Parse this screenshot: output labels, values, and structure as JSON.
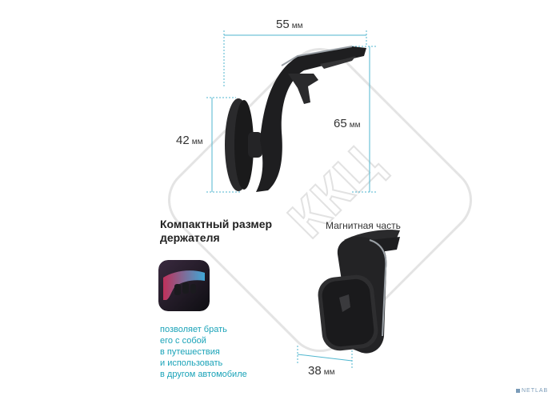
{
  "dimensions": {
    "width": {
      "value": "55",
      "unit": "мм"
    },
    "height_total": {
      "value": "65",
      "unit": "мм"
    },
    "magnet_diameter": {
      "value": "42",
      "unit": "мм"
    },
    "base_width": {
      "value": "38",
      "unit": "мм"
    }
  },
  "feature": {
    "title_line1": "Компактный размер",
    "title_line2": "держателя",
    "part_label": "Магнитная часть",
    "description": [
      "позволяет брать",
      "его с собой",
      "в путешествия",
      "и использовать",
      "в другом автомобиле"
    ]
  },
  "watermark": {
    "text": "ККЦ"
  },
  "footer": {
    "brand": "NETLAB"
  },
  "colors": {
    "accent": "#1aa3b8",
    "dim_line": "#4fb6cf",
    "product": "#1e1e20"
  }
}
